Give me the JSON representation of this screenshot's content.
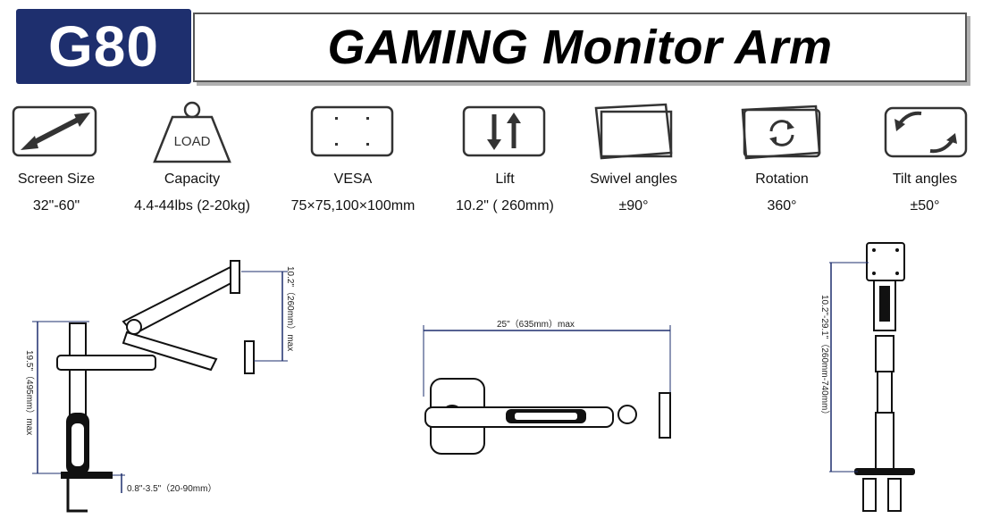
{
  "header": {
    "model": "G80",
    "title": "GAMING Monitor Arm"
  },
  "specs": [
    {
      "icon": "diagonal-arrow-icon",
      "label": "Screen Size",
      "value": "32\"-60\""
    },
    {
      "icon": "weight-icon",
      "label": "Capacity",
      "value": "4.4-44lbs (2-20kg)",
      "icon_text": "LOAD"
    },
    {
      "icon": "vesa-plate-icon",
      "label": "VESA",
      "value": "75×75,100×100mm"
    },
    {
      "icon": "lift-arrows-icon",
      "label": "Lift",
      "value": "10.2\" ( 260mm)"
    },
    {
      "icon": "swivel-icon",
      "label": "Swivel angles",
      "value": "±90°"
    },
    {
      "icon": "rotation-icon",
      "label": "Rotation",
      "value": "360°"
    },
    {
      "icon": "tilt-icon",
      "label": "Tilt angles",
      "value": "±50°"
    }
  ],
  "diagrams": {
    "side": {
      "height": "19.5\"（495mm）max",
      "lift": "10.2\"（260mm）max",
      "clamp": "0.8\"-3.5\"（20-90mm）"
    },
    "top": {
      "reach": "25\"（635mm）max"
    },
    "front": {
      "height": "10.2\"-29.1\"（260mm-740mm）"
    }
  },
  "colors": {
    "brand": "#1e2f6e",
    "dimension": "#1e2f6e"
  }
}
